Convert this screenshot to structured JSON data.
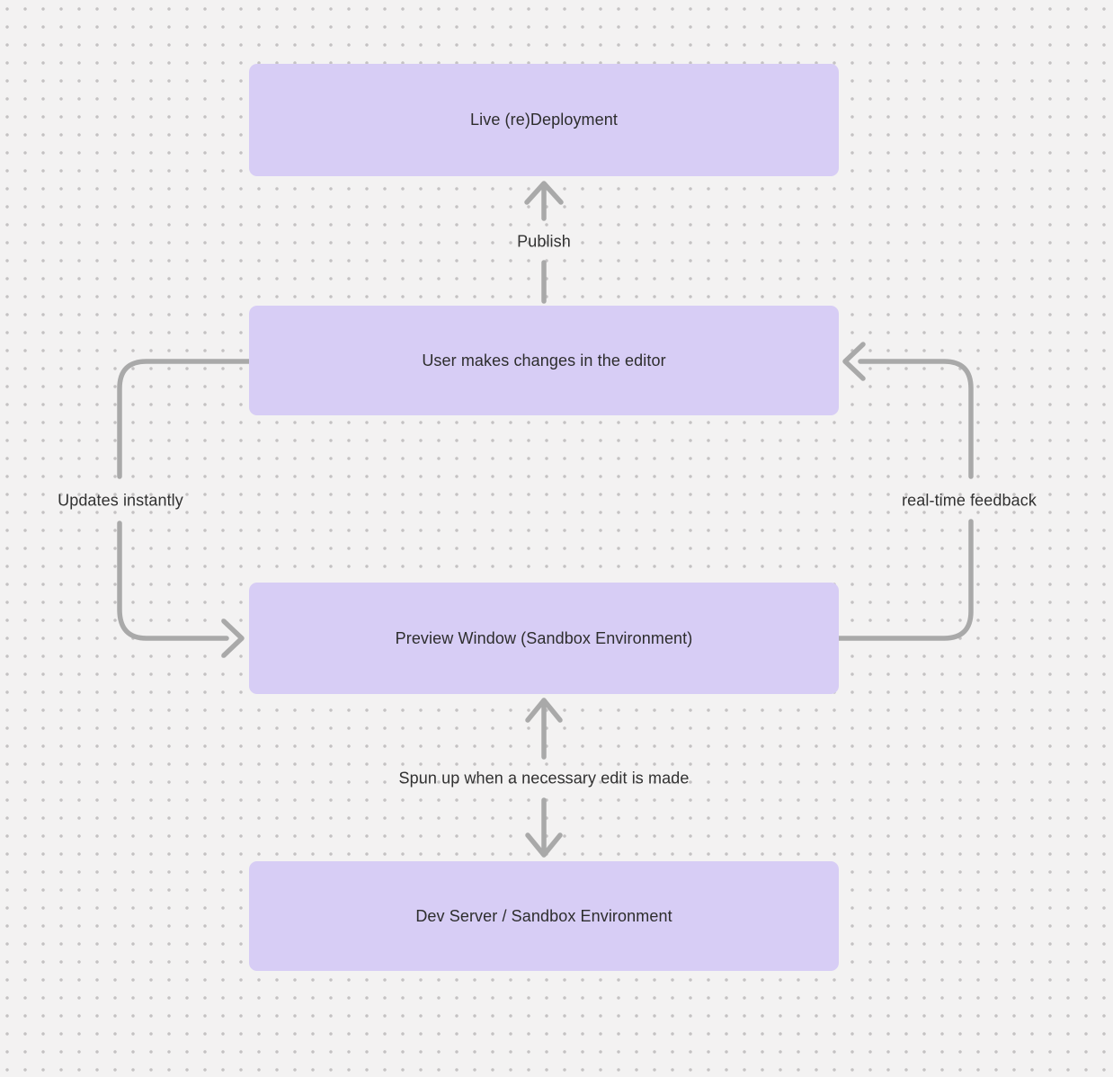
{
  "diagram": {
    "nodes": [
      {
        "id": "live-deployment",
        "label": "Live (re)Deployment"
      },
      {
        "id": "user-changes",
        "label": "User makes changes in the editor"
      },
      {
        "id": "preview-window",
        "label": "Preview Window (Sandbox Environment)"
      },
      {
        "id": "dev-server",
        "label": "Dev Server / Sandbox Environment"
      }
    ],
    "edges": [
      {
        "id": "publish",
        "from": "user-changes",
        "to": "live-deployment",
        "label": "Publish"
      },
      {
        "id": "updates-instantly",
        "from": "user-changes",
        "to": "preview-window",
        "label": "Updates instantly"
      },
      {
        "id": "realtime-feedback",
        "from": "preview-window",
        "to": "user-changes",
        "label": "real-time feedback"
      },
      {
        "id": "spun-up",
        "from": "preview-window",
        "to": "dev-server",
        "label": "Spun up when a necessary edit is made",
        "direction": "bidirectional"
      }
    ],
    "colors": {
      "background": "#f3f2f2",
      "dot": "#c4c2c3",
      "node_fill": "#d7cdf5",
      "arrow": "#a9a9a9",
      "text": "#2d2d2d"
    }
  }
}
